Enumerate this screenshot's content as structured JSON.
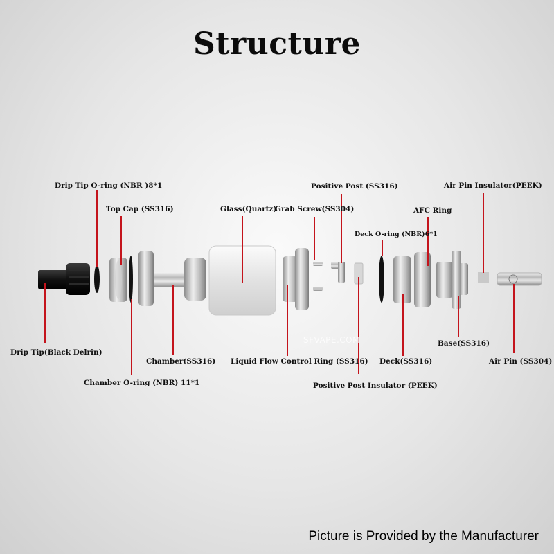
{
  "title": "Structure",
  "labels": {
    "drip_tip_oring": "Drip Tip O-ring (NBR )8*1",
    "top_cap": "Top Cap (SS316)",
    "glass": "Glass(Quartz)",
    "grab_screw": "Grab Screw(SS304)",
    "positive_post": "Positive Post (SS316)",
    "air_pin_insulator": "Air Pin Insulator(PEEK)",
    "afc_ring": "AFC Ring",
    "deck_oring": "Deck O-ring (NBR)6*1",
    "drip_tip": "Drip Tip(Black Delrin)",
    "chamber": "Chamber(SS316)",
    "chamber_oring": "Chamber O-ring (NBR) 11*1",
    "liquid_flow_ring": "Liquid Flow Control Ring (SS316)",
    "positive_post_insulator": "Positive Post Insulator (PEEK)",
    "deck": "Deck(SS316)",
    "base": "Base(SS316)",
    "air_pin": "Air Pin (SS304)"
  },
  "watermark": "SFVAPE.COM",
  "credit": "Picture is Provided by the Manufacturer",
  "colors": {
    "leader": "#c4141c",
    "text": "#111111"
  }
}
